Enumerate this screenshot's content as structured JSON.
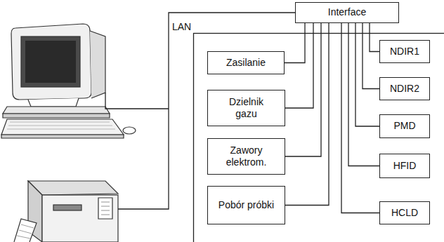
{
  "diagram": {
    "nodes": [
      {
        "text": [
          "Interface"
        ]
      },
      {
        "text": [
          "Zasilanie"
        ]
      },
      {
        "text": [
          "Dzielnik gazu"
        ]
      },
      {
        "text": [
          "Zawory elektrom."
        ]
      },
      {
        "text": [
          "Pobór próbki"
        ]
      },
      {
        "text": [
          "NDIR1"
        ]
      },
      {
        "text": [
          "NDIR2"
        ]
      },
      {
        "text": [
          "PMD"
        ]
      },
      {
        "text": [
          "HFID"
        ]
      },
      {
        "text": [
          "HCLD"
        ]
      }
    ],
    "edges": [
      {
        "from": 0,
        "to": 1,
        "arrow": "none"
      },
      {
        "from": 0,
        "to": 2,
        "arrow": "none"
      },
      {
        "from": 0,
        "to": 3,
        "arrow": "none"
      },
      {
        "from": 0,
        "to": 4,
        "arrow": "none"
      },
      {
        "from": 0,
        "to": 5,
        "arrow": "none"
      },
      {
        "from": 0,
        "to": 6,
        "arrow": "none"
      },
      {
        "from": 0,
        "to": 7,
        "arrow": "none"
      },
      {
        "from": 0,
        "to": 8,
        "arrow": "none"
      },
      {
        "from": 0,
        "to": 9,
        "arrow": "none"
      }
    ],
    "labels": [
      "LAN"
    ]
  }
}
